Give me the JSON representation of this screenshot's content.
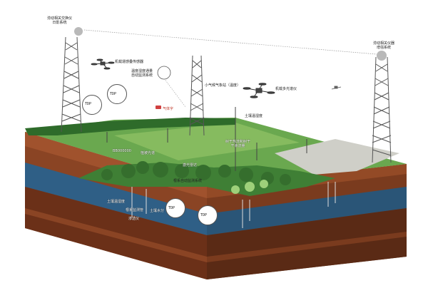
{
  "labels": {
    "tower_left": "涝动相关交换仪\n日影系统",
    "tower_right": "涝动相关仪器\n增强系统",
    "drone_left": "机载運感叠传感器",
    "drone_right": "机载多光谱仪",
    "sensor_mid": "温度湿度通量\n自动监测系统",
    "weather": "小气候气象站（温度）",
    "red_item": "气体字",
    "soil_water_right": "土壤温湿度",
    "plot_id": "BB000000",
    "plant_obs": "植被光谱",
    "lidar": "激光雷达",
    "canopy_sensor": "树干热流和树干\n干液流量",
    "soil_left": "土壤温湿度",
    "root_obs": "根系监测管",
    "soil_profile": "土壤水分",
    "depth": "渗透仪",
    "bottom_mid": "根系自动监测系统",
    "tdp_a": "TDP",
    "tdp_b": "TDP",
    "tdp_c": "TDP",
    "tdp_d": "TDP"
  },
  "colors": {
    "sky": "#ffffff",
    "grass": "#6aa84f",
    "forest": "#2e6b2a",
    "water": "#2f5f86",
    "soil_top": "#a0522d",
    "soil_mid": "#7a3b1e",
    "soil_deep": "#5a2a15",
    "tower": "#555555"
  }
}
